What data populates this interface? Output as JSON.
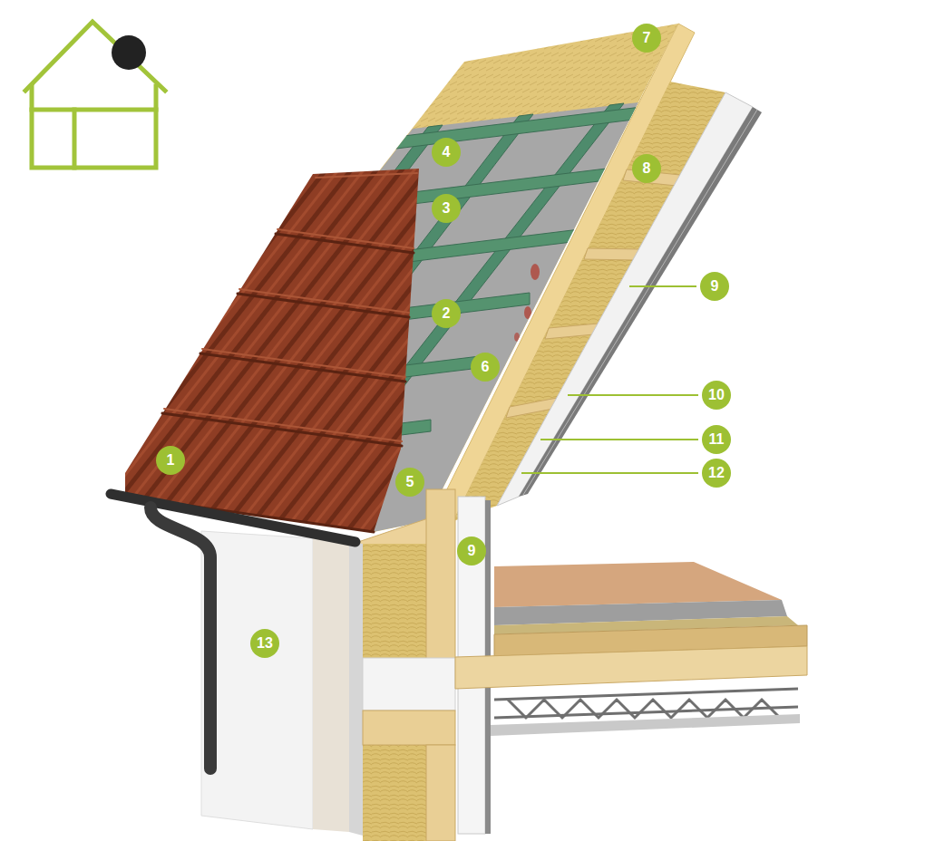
{
  "diagram": {
    "nodes": [
      {
        "text": [
          "7"
        ]
      },
      {
        "text": [
          "4"
        ]
      },
      {
        "text": [
          "8"
        ]
      },
      {
        "text": [
          "3"
        ]
      },
      {
        "text": [
          "9"
        ]
      },
      {
        "text": [
          "2"
        ]
      },
      {
        "text": [
          "6"
        ]
      },
      {
        "text": [
          "10"
        ]
      },
      {
        "text": [
          "11"
        ]
      },
      {
        "text": [
          "1"
        ]
      },
      {
        "text": [
          "12"
        ]
      },
      {
        "text": [
          "5"
        ]
      },
      {
        "text": [
          "9"
        ]
      },
      {
        "text": [
          "13"
        ]
      }
    ]
  }
}
